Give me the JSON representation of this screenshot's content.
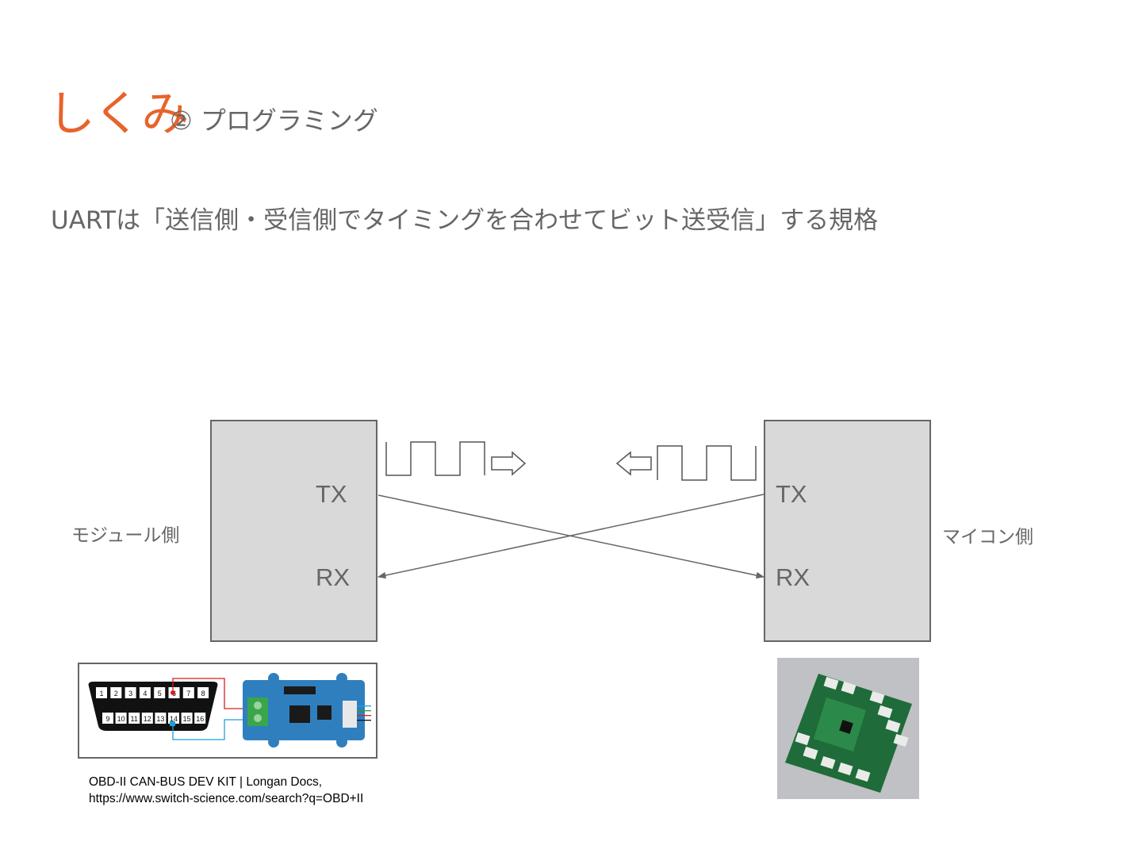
{
  "title": {
    "main": "しくみ",
    "sub": "② プログラミング"
  },
  "subtitle": "UARTは「送信側・受信側でタイミングを合わせてビット送受信」する規格",
  "left_side": {
    "label": "モジュール側",
    "tx": "TX",
    "rx": "RX"
  },
  "right_side": {
    "label": "マイコン側",
    "tx": "TX",
    "rx": "RX"
  },
  "connector_pins": {
    "top": [
      "1",
      "2",
      "3",
      "4",
      "5",
      "6",
      "7",
      "8"
    ],
    "bottom": [
      "9",
      "10",
      "11",
      "12",
      "13",
      "14",
      "15",
      "16"
    ]
  },
  "caption": {
    "line1": "OBD-II CAN-BUS DEV KIT | Longan Docs,",
    "line2": "https://www.switch-science.com/search?q=OBD+II"
  },
  "colors": {
    "accent": "#e8632b",
    "text": "#666666",
    "box_fill": "#d9d9d9",
    "pcb": "#2f7fbf",
    "board_green": "#1f6b3a"
  }
}
